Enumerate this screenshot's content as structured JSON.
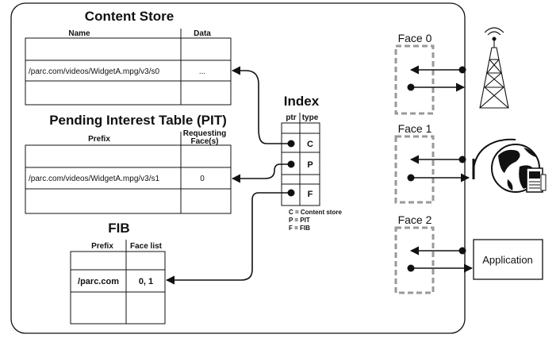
{
  "content_store": {
    "title": "Content Store",
    "col_name": "Name",
    "col_data": "Data",
    "row_name": "/parc.com/videos/WidgetA.mpg/v3/s0",
    "row_data": "..."
  },
  "pit": {
    "title": "Pending Interest Table (PIT)",
    "col_prefix": "Prefix",
    "col_faces_1": "Requesting",
    "col_faces_2": "Face(s)",
    "row_prefix": "/parc.com/videos/WidgetA.mpg/v3/s1",
    "row_faces": "0"
  },
  "fib": {
    "title": "FIB",
    "col_prefix": "Prefix",
    "col_faces": "Face list",
    "row_prefix": "/parc.com",
    "row_faces": "0, 1"
  },
  "index": {
    "title": "Index",
    "col_ptr": "ptr",
    "col_type": "type",
    "types": [
      "C",
      "P",
      "F"
    ],
    "legend": [
      "C = Content store",
      "P = PIT",
      "F = FIB"
    ]
  },
  "faces": {
    "face0": "Face 0",
    "face1": "Face 1",
    "face2": "Face 2",
    "application": "Application"
  },
  "icons": [
    "antenna-tower-icon",
    "globe-network-icon"
  ]
}
